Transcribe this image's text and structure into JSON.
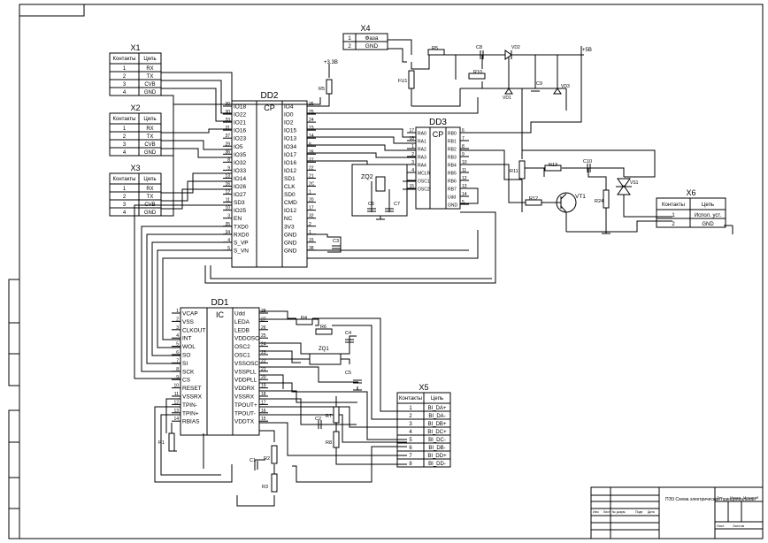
{
  "connectors": {
    "x1": {
      "ref": "X1",
      "hdr": [
        "Контакты",
        "Цепь"
      ],
      "rows": [
        [
          "1",
          "RX"
        ],
        [
          "2",
          "TX"
        ],
        [
          "3",
          "CVB"
        ],
        [
          "4",
          "GND"
        ]
      ]
    },
    "x2": {
      "ref": "X2",
      "hdr": [
        "Контакты",
        "Цепь"
      ],
      "rows": [
        [
          "1",
          "RX"
        ],
        [
          "2",
          "TX"
        ],
        [
          "3",
          "CVB"
        ],
        [
          "4",
          "GND"
        ]
      ]
    },
    "x3": {
      "ref": "X3",
      "hdr": [
        "Контакты",
        "Цепь"
      ],
      "rows": [
        [
          "1",
          "RX"
        ],
        [
          "2",
          "TX"
        ],
        [
          "3",
          "CVB"
        ],
        [
          "4",
          "GND"
        ]
      ]
    },
    "x4": {
      "ref": "X4",
      "rows": [
        [
          "1",
          "Фаза"
        ],
        [
          "2",
          "GND"
        ]
      ]
    },
    "x5": {
      "ref": "X5",
      "hdr": [
        "Контакты",
        "Цепь"
      ],
      "rows": [
        [
          "1",
          "BI_DA+"
        ],
        [
          "2",
          "BI_DA-"
        ],
        [
          "3",
          "BI_DB+"
        ],
        [
          "4",
          "BI_DC+"
        ],
        [
          "5",
          "BI_DC-"
        ],
        [
          "6",
          "BI_DB-"
        ],
        [
          "7",
          "BI_DD+"
        ],
        [
          "8",
          "BI_DD-"
        ]
      ]
    },
    "x6": {
      "ref": "X6",
      "hdr": [
        "Контакты",
        "Цепь"
      ],
      "rows": [
        [
          "1",
          "Испол. уст."
        ],
        [
          "2",
          "GND"
        ]
      ]
    }
  },
  "dd2": {
    "ref": "DD2",
    "type": "CP",
    "left": [
      [
        "30",
        "IO18"
      ],
      [
        "30",
        "IO22"
      ],
      [
        "33",
        "IO21"
      ],
      [
        "31",
        "IO16"
      ],
      [
        "37",
        "IO23"
      ],
      [
        "29",
        "IO5"
      ],
      [
        "36",
        "IO35"
      ],
      [
        "8",
        "IO32"
      ],
      [
        "9",
        "IO33"
      ],
      [
        "13",
        "IO14"
      ],
      [
        "16",
        "IO26"
      ],
      [
        "12",
        "IO27"
      ],
      [
        "11",
        "SD3"
      ],
      [
        "10",
        "IO25"
      ],
      [
        "3",
        "EN"
      ],
      [
        "35",
        "TXD0"
      ],
      [
        "34",
        "RXD0"
      ],
      [
        "4",
        "S_VP"
      ],
      [
        "5",
        "S_VN"
      ]
    ],
    "right": [
      [
        "26",
        "IO4"
      ],
      [
        "25",
        "IO0"
      ],
      [
        "24",
        "IO2"
      ],
      [
        "23",
        "IO15"
      ],
      [
        "14",
        "IO13"
      ],
      [
        "6",
        "IO34"
      ],
      [
        "28",
        "IO17"
      ],
      [
        "27",
        "IO16"
      ],
      [
        "22",
        "IO12"
      ],
      [
        "21",
        "SD1"
      ],
      [
        "2C",
        "CLK"
      ],
      [
        "1",
        "SD0"
      ],
      [
        "20",
        "CMD"
      ],
      [
        "17",
        "IO12"
      ],
      [
        "32",
        "NC"
      ],
      [
        "2",
        "3V3"
      ],
      [
        "1",
        "GND"
      ],
      [
        "15",
        "GND"
      ],
      [
        "38",
        "GND"
      ]
    ]
  },
  "dd3": {
    "ref": "DD3",
    "type": "CP",
    "left": [
      [
        "17",
        "RA0"
      ],
      [
        "18",
        "RA1"
      ],
      [
        "1",
        "RA2"
      ],
      [
        "2",
        "RA3"
      ],
      [
        "3",
        "RA4"
      ],
      [
        "4",
        "MCLR"
      ],
      [
        "",
        "OSC1"
      ],
      [
        "15",
        "OSC2"
      ]
    ],
    "right": [
      [
        "6",
        "RB0"
      ],
      [
        "7",
        "RB1"
      ],
      [
        "8",
        "RB2"
      ],
      [
        "9",
        "RB3"
      ],
      [
        "10",
        "RB4"
      ],
      [
        "11",
        "RB5"
      ],
      [
        "12",
        "RB6"
      ],
      [
        "13",
        "RB7"
      ],
      [
        "14",
        "Udd"
      ],
      [
        "5",
        "GND"
      ]
    ]
  },
  "dd1": {
    "ref": "DD1",
    "type": "IC",
    "left": [
      [
        "1",
        "VCAP"
      ],
      [
        "2",
        "VSS"
      ],
      [
        "3",
        "CLKOUT"
      ],
      [
        "4",
        "INT"
      ],
      [
        "5",
        "WOL"
      ],
      [
        "6",
        "SO"
      ],
      [
        "7",
        "SI"
      ],
      [
        "8",
        "SCK"
      ],
      [
        "9",
        "CS"
      ],
      [
        "10",
        "RESET"
      ],
      [
        "11",
        "VSSRX"
      ],
      [
        "12",
        "TPIN-"
      ],
      [
        "13",
        "TPIN+"
      ],
      [
        "14",
        "RBIAS"
      ]
    ],
    "right": [
      [
        "28",
        "Udd"
      ],
      [
        "27",
        "LEDA"
      ],
      [
        "26",
        "LEDB"
      ],
      [
        "25",
        "VDDOSC"
      ],
      [
        "24",
        "OSC2"
      ],
      [
        "23",
        "OSC1"
      ],
      [
        "22",
        "VSSOSC"
      ],
      [
        "21",
        "VSSPLL"
      ],
      [
        "20",
        "VDDPLL"
      ],
      [
        "19",
        "VDDRX"
      ],
      [
        "18",
        "VSSRX"
      ],
      [
        "17",
        "TPOUT+"
      ],
      [
        "16",
        "TPOUT-"
      ],
      [
        "15",
        "VDDTX"
      ]
    ]
  },
  "labels": {
    "v33": "+3.3В",
    "v5": "+5В",
    "R1": "R1",
    "R2": "R2",
    "R3": "R3",
    "R4": "R4",
    "R5": "R5",
    "R6": "R6",
    "R7": "R7",
    "R8": "R8",
    "R10": "R10",
    "R11": "R11",
    "R12": "R12",
    "R13": "R13",
    "R24": "R24",
    "C1": "C1",
    "C2": "C2",
    "C3": "C3",
    "C4": "C4",
    "C5": "C5",
    "C6": "C6",
    "C7": "C7",
    "C8": "C8",
    "C9": "C9",
    "C10": "C10",
    "VD1": "VD1",
    "VD2": "VD2",
    "VD3": "VD3",
    "VS1": "VS1",
    "VT1": "VT1",
    "FU1": "FU1",
    "ZQ1": "ZQ1",
    "ZQ2": "ZQ2"
  },
  "title_block": {
    "doc_title": "ПЭ3 Схема электрическая принципиальная",
    "cols": [
      "Лит",
      "Масса",
      "Масштаб"
    ],
    "sheet": "Лист",
    "sheets": "Листов",
    "rows": [
      "Изм",
      "Лист",
      "№ докум.",
      "Подп.",
      "Дата"
    ]
  }
}
